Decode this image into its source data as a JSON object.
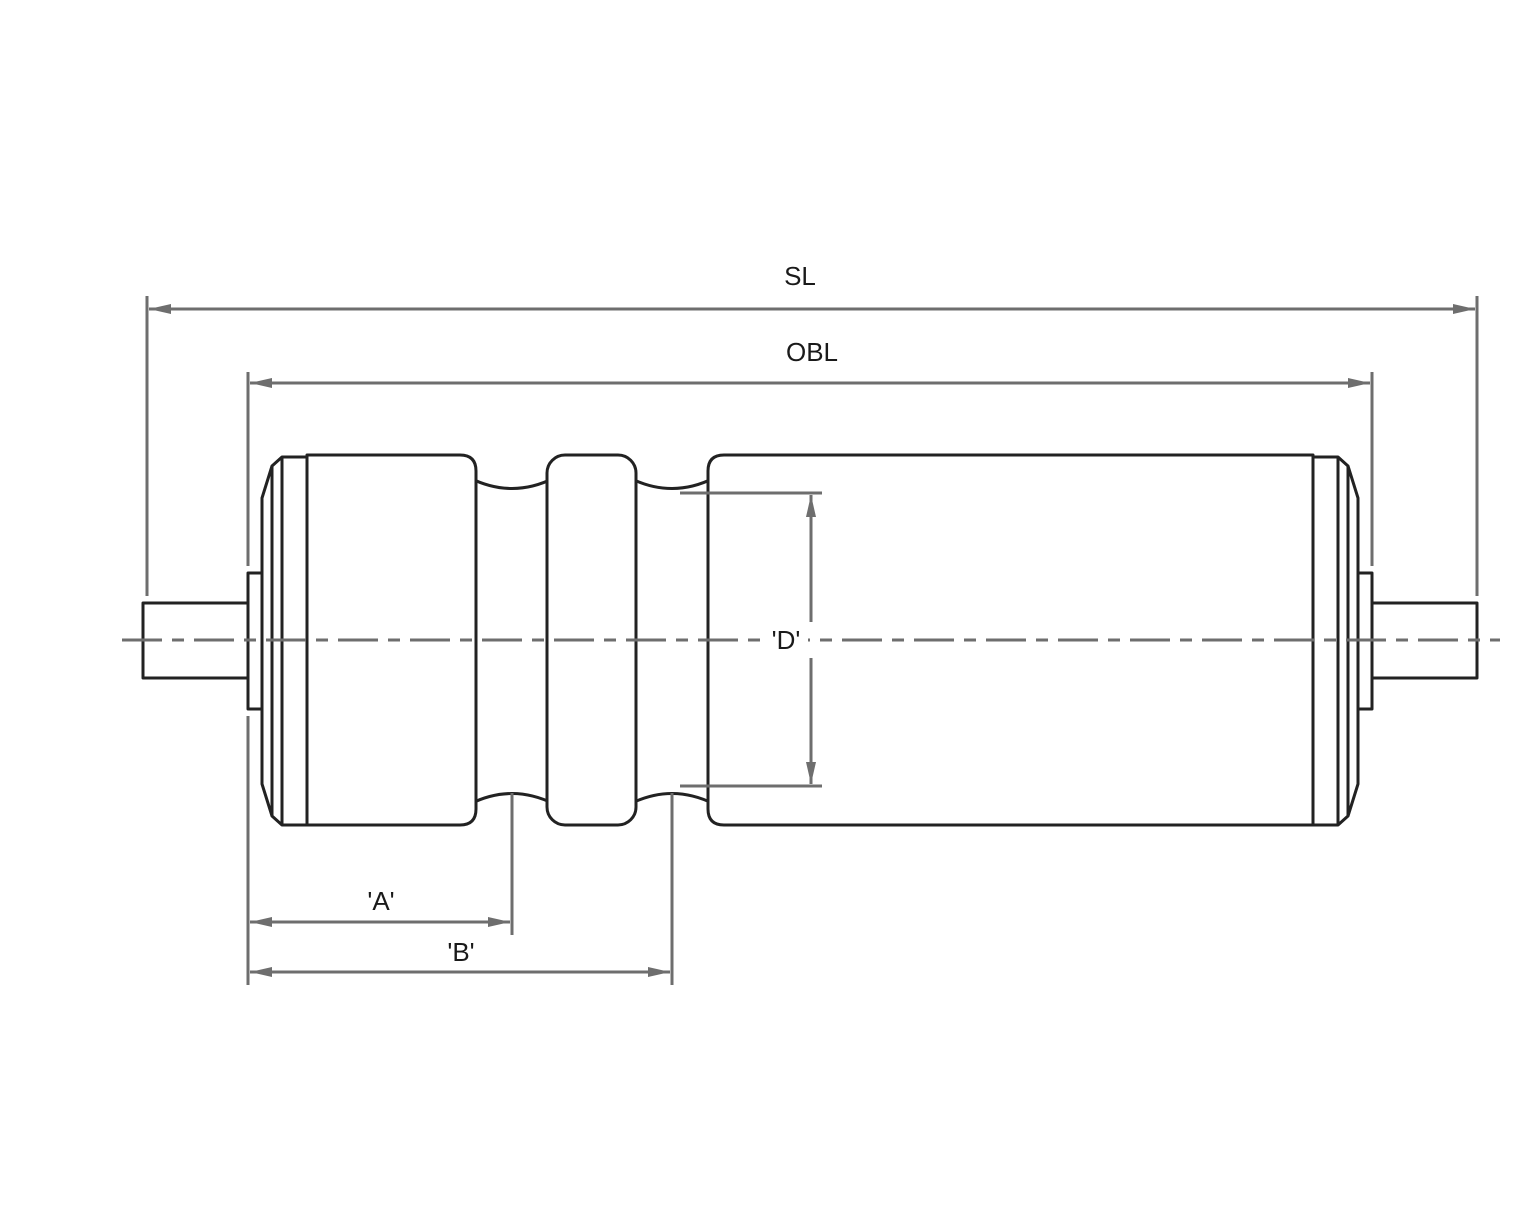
{
  "dimensions": {
    "sl": "SL",
    "obl": "OBL",
    "a": "'A'",
    "b": "'B'",
    "d": "'D'"
  },
  "colors": {
    "outline": "#222222",
    "dimension_line": "#6e6e6e",
    "background": "#ffffff"
  }
}
